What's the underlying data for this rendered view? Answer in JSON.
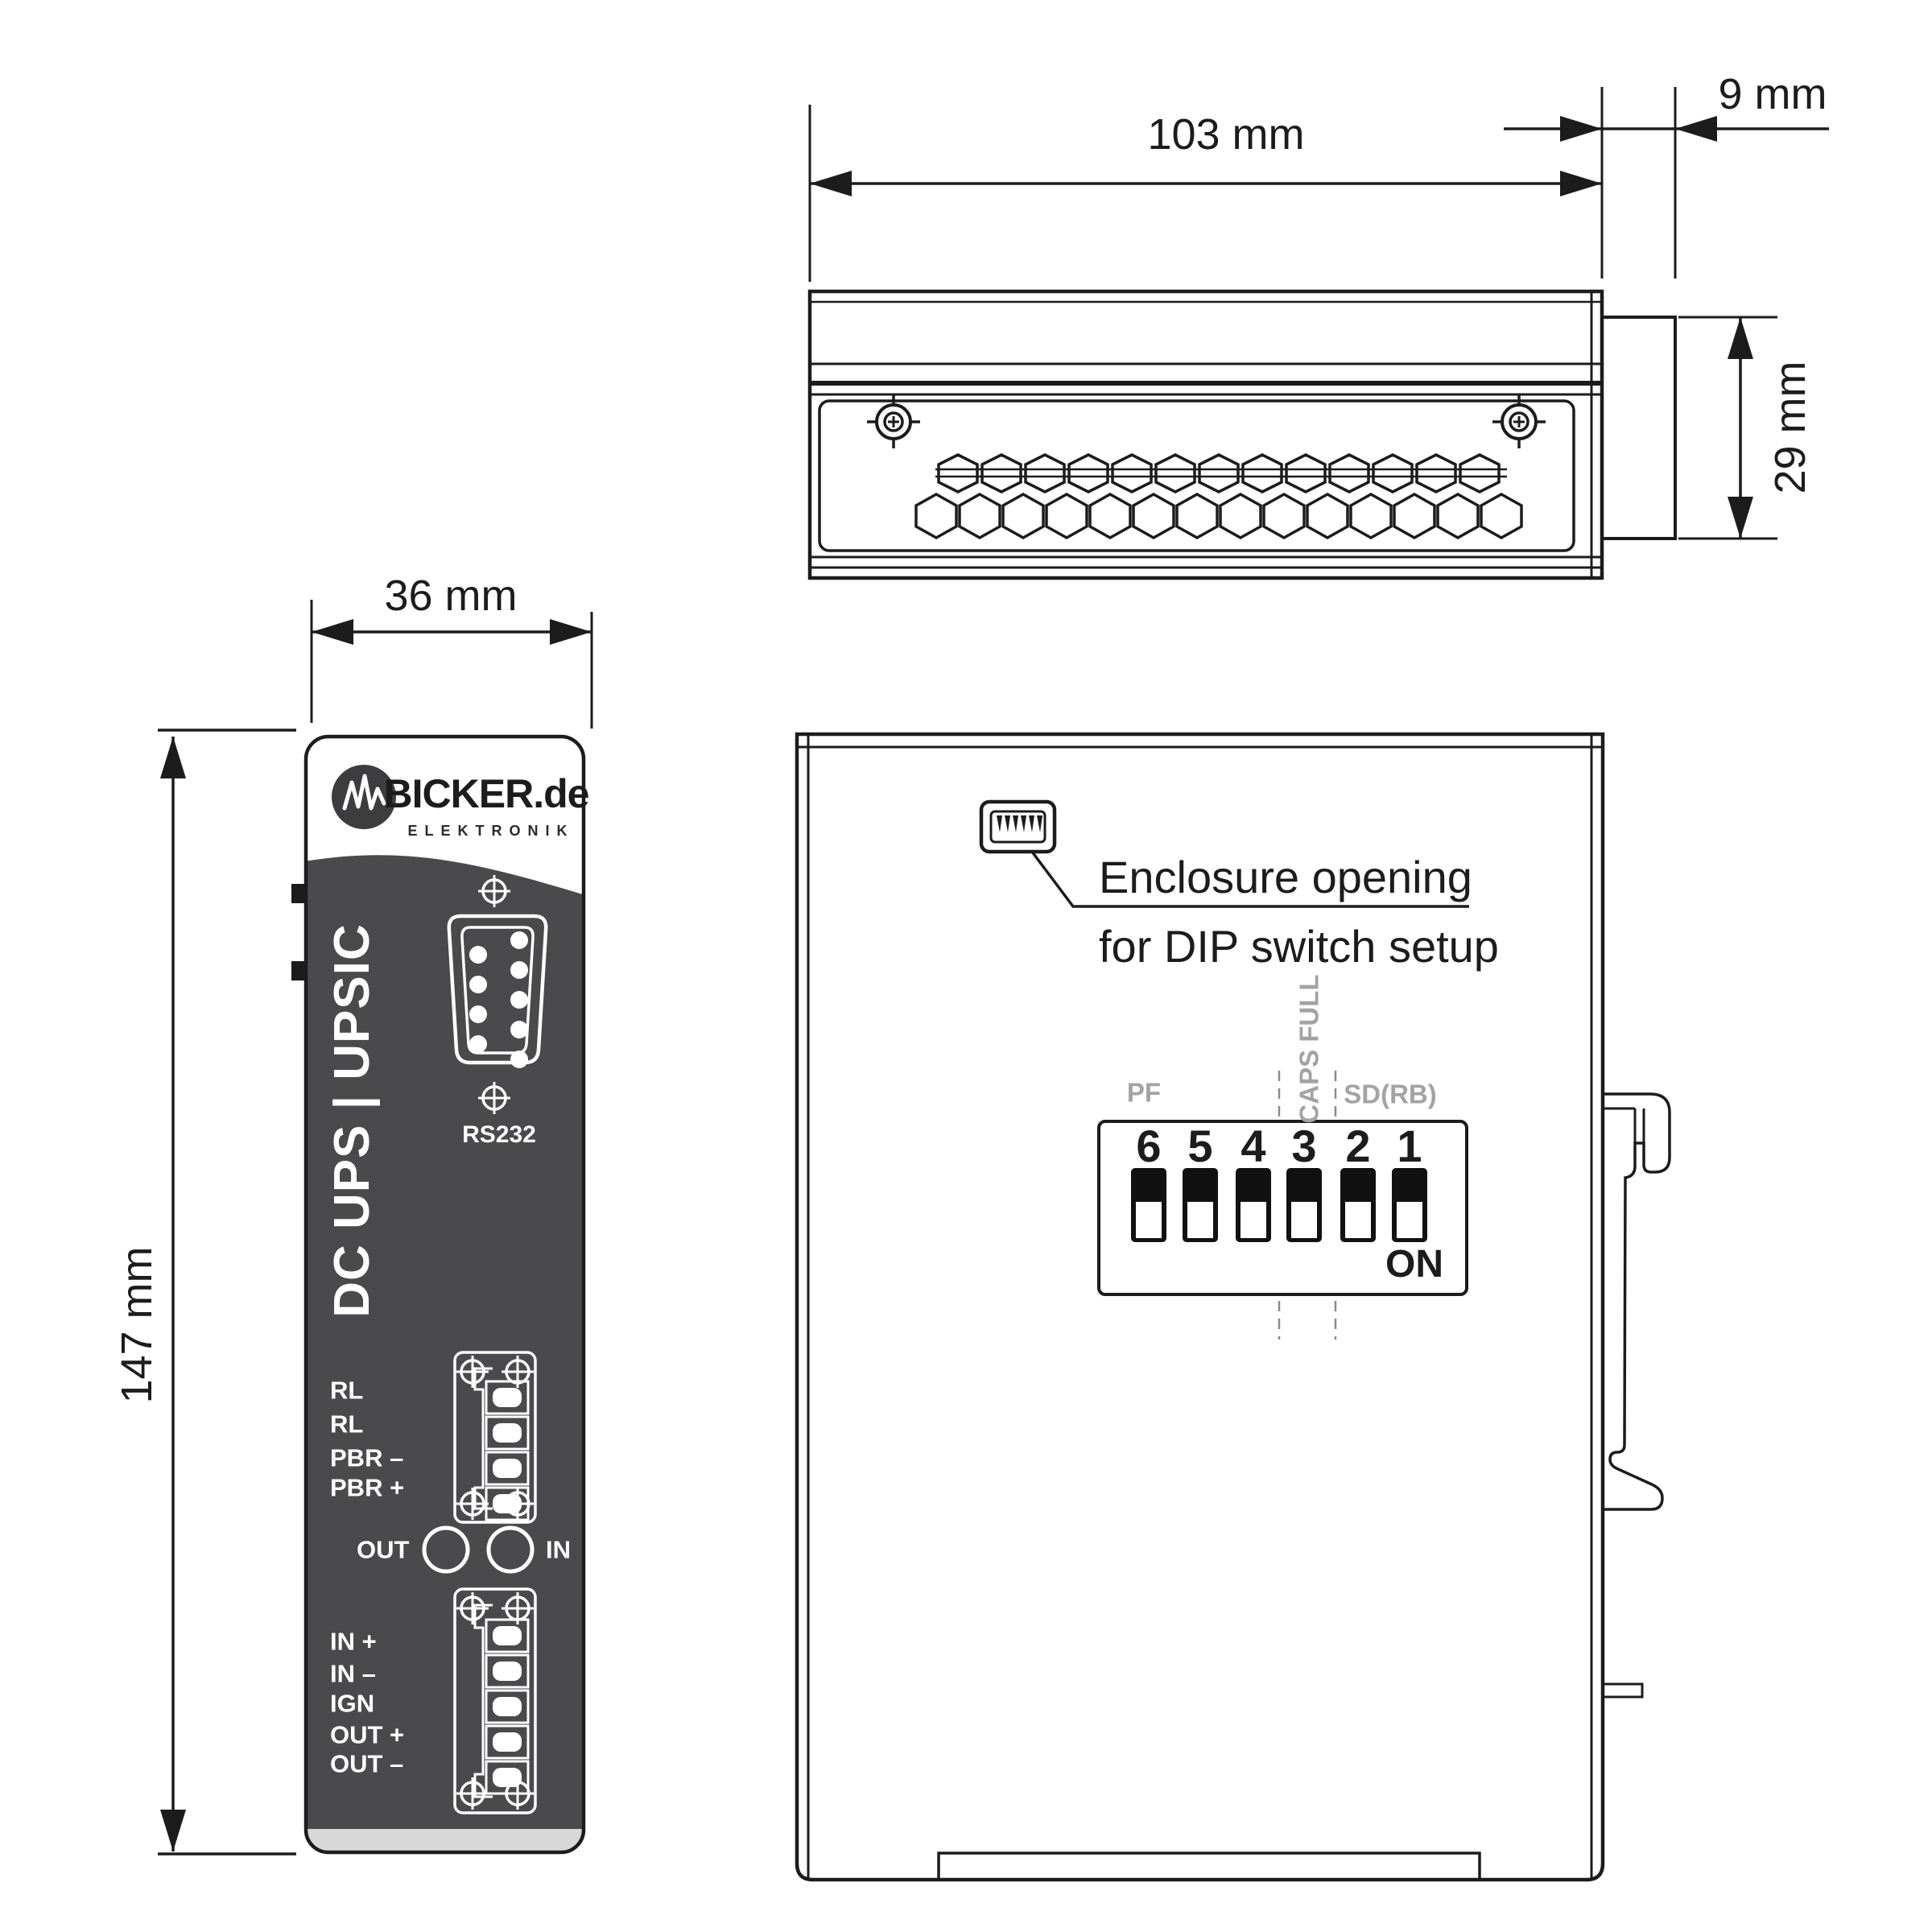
{
  "drawing": {
    "dimensions": {
      "top_width": "103 mm",
      "bracket_depth": "9 mm",
      "bracket_height": "29 mm",
      "front_width": "36 mm",
      "front_height": "147 mm"
    },
    "front_view": {
      "brand": "BICKER.de",
      "brand_subtitle": "ELEKTRONIK",
      "model": "DC UPS | UPSIC",
      "rs232_label": "RS232",
      "upper_terminal_labels": [
        "RL",
        "RL",
        "PBR –",
        "PBR +"
      ],
      "led_out_label": "OUT",
      "led_in_label": "IN",
      "lower_terminal_labels": [
        "IN +",
        "IN –",
        "IGN",
        "OUT +",
        "OUT –"
      ]
    },
    "side_view": {
      "callout_line1": "Enclosure opening",
      "callout_line2": "for DIP switch setup",
      "dip_switch": {
        "pf_label": "PF",
        "caps_full_label": "CAPS FULL",
        "sd_rb_label": "SD(RB)",
        "positions": [
          "6",
          "5",
          "4",
          "3",
          "2",
          "1"
        ],
        "on_label": "ON"
      }
    },
    "colors": {
      "line": "#1c1c1c",
      "panel_dark": "#4a4a4c",
      "panel_strip": "#d8d8d8",
      "muted_label": "#a3a3a3",
      "background": "#ffffff"
    }
  }
}
